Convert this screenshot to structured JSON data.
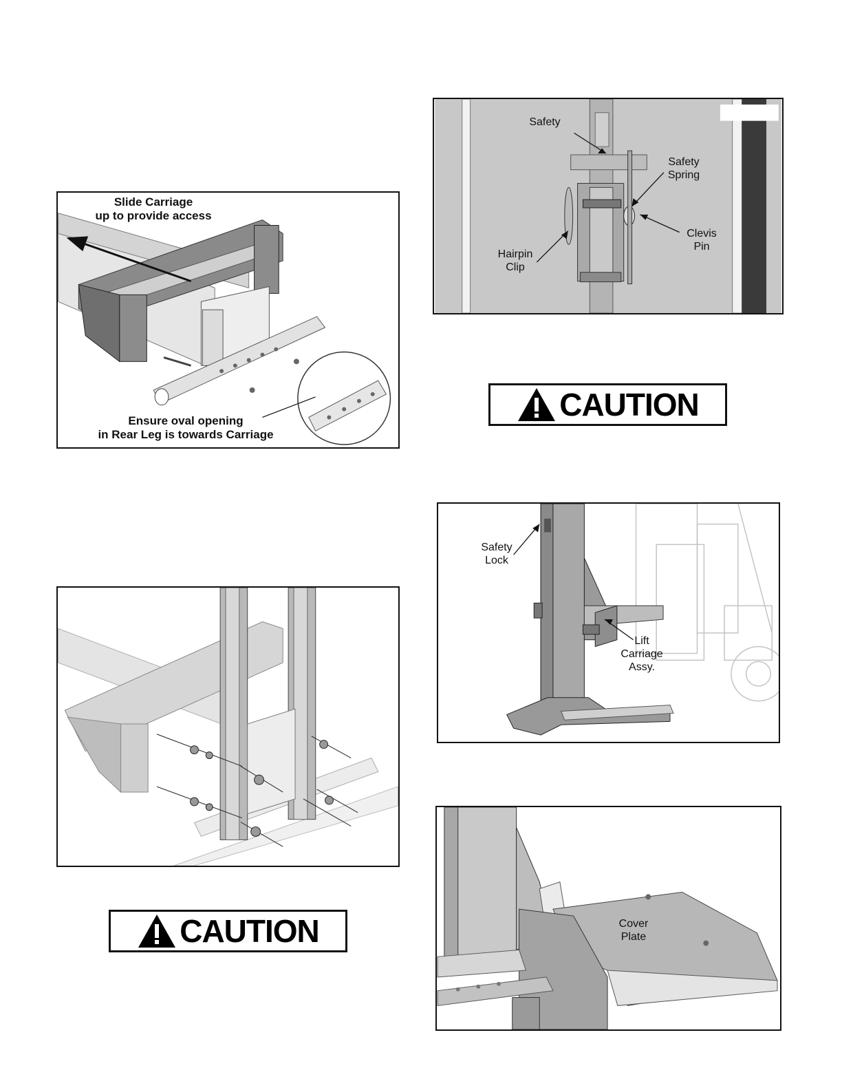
{
  "figures": {
    "carriage": {
      "label_slide": "Slide Carriage\nup to provide access",
      "label_oval": "Ensure oval opening\nin Rear Leg is towards Carriage"
    },
    "assembly": {},
    "safety": {
      "label_safety": "Safety",
      "label_spring": "Safety\nSpring",
      "label_clevis": "Clevis\nPin",
      "label_hairpin": "Hairpin\nClip"
    },
    "lift": {
      "label_lock": "Safety\nLock",
      "label_carriage": "Lift\nCarriage\nAssy."
    },
    "cover": {
      "label_cover": "Cover\nPlate"
    }
  },
  "caution_left": {
    "text": "CAUTION"
  },
  "caution_right": {
    "text": "CAUTION"
  }
}
